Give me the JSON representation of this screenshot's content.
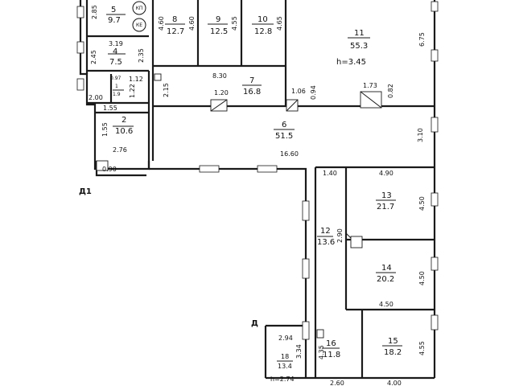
{
  "rooms": [
    {
      "number": "1",
      "area": "1.9"
    },
    {
      "number": "2",
      "area": "10.6"
    },
    {
      "number": "4",
      "area": "7.5"
    },
    {
      "number": "5",
      "area": "9.7"
    },
    {
      "number": "6",
      "area": "51.5"
    },
    {
      "number": "7",
      "area": "16.8"
    },
    {
      "number": "8",
      "area": "12.7"
    },
    {
      "number": "9",
      "area": "12.5"
    },
    {
      "number": "10",
      "area": "12.8"
    },
    {
      "number": "11",
      "area": "55.3"
    },
    {
      "number": "12",
      "area": "13.6"
    },
    {
      "number": "13",
      "area": "21.7"
    },
    {
      "number": "14",
      "area": "20.2"
    },
    {
      "number": "15",
      "area": "18.2"
    },
    {
      "number": "16",
      "area": "11.8"
    },
    {
      "number": "18",
      "area": "13.4"
    }
  ],
  "heights": [
    "h=3.45",
    "h=2.74"
  ],
  "entrances": [
    "Д1",
    "Д"
  ],
  "markers": [
    "КП",
    "КЕ"
  ],
  "dimensions": [
    "2.85",
    "4.60",
    "4.60",
    "4.55",
    "4.65",
    "6.75",
    "3.19",
    "2.45",
    "2.35",
    "0.97",
    "1.12",
    "1.22",
    "2.00",
    "8.30",
    "2.15",
    "1.20",
    "1.06",
    "0.94",
    "1.73",
    "0.82",
    "1.55",
    "1.55",
    "2.76",
    "3.10",
    "16.60",
    "0.90",
    "1.40",
    "4.90",
    "4.50",
    "2.90",
    "4.50",
    "4.50",
    "2.94",
    "3.34",
    "4.35",
    "4.55",
    "2.60",
    "4.00"
  ]
}
